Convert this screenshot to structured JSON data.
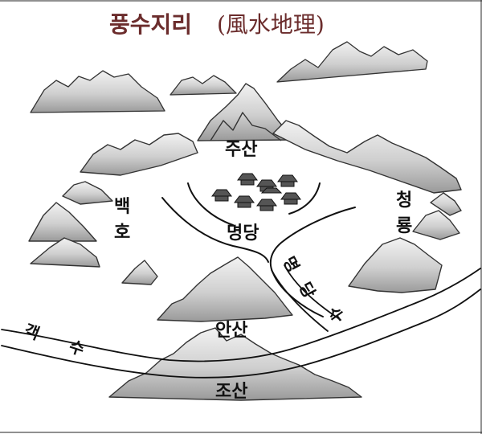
{
  "title": {
    "korean": "풍수지리",
    "hanja": "(風水地理)"
  },
  "labels": {
    "jusan": "주산",
    "baekho_1": "백",
    "baekho_2": "호",
    "cheongryong_1": "청",
    "cheongryong_2": "룡",
    "myeongdang": "명당",
    "myeongdangsu_1": "명",
    "myeongdangsu_2": "당",
    "myeongdangsu_3": "수",
    "ansan": "안산",
    "gaeksu_1": "객",
    "gaeksu_2": "수",
    "josan": "조산"
  }
}
